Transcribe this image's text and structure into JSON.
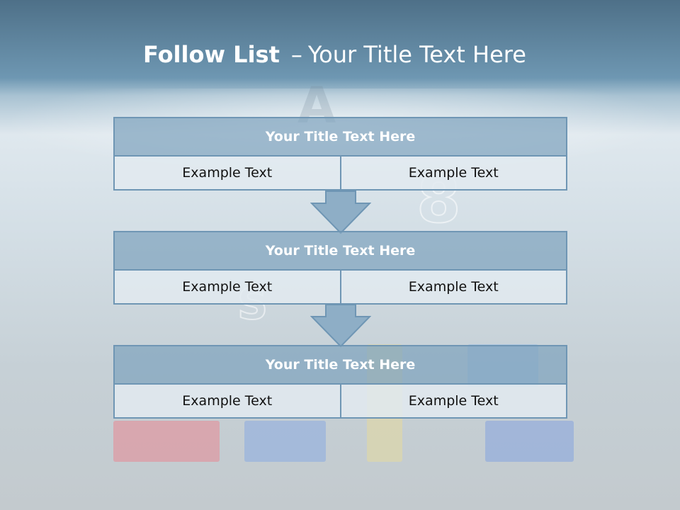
{
  "title": {
    "bold": "Follow List",
    "dash": "–",
    "rest": "Your Title Text Here"
  },
  "groups": [
    {
      "heading": "Your Title Text Here",
      "cells": [
        "Example Text",
        "Example Text"
      ]
    },
    {
      "heading": "Your Title Text Here",
      "cells": [
        "Example Text",
        "Example Text"
      ]
    },
    {
      "heading": "Your Title Text Here",
      "cells": [
        "Example Text",
        "Example Text"
      ]
    }
  ],
  "colors": {
    "header_fill": "#7fa3be",
    "border": "#6f96b4",
    "cell_fill": "#e2eaf0",
    "arrow_fill": "#8eaec6"
  }
}
